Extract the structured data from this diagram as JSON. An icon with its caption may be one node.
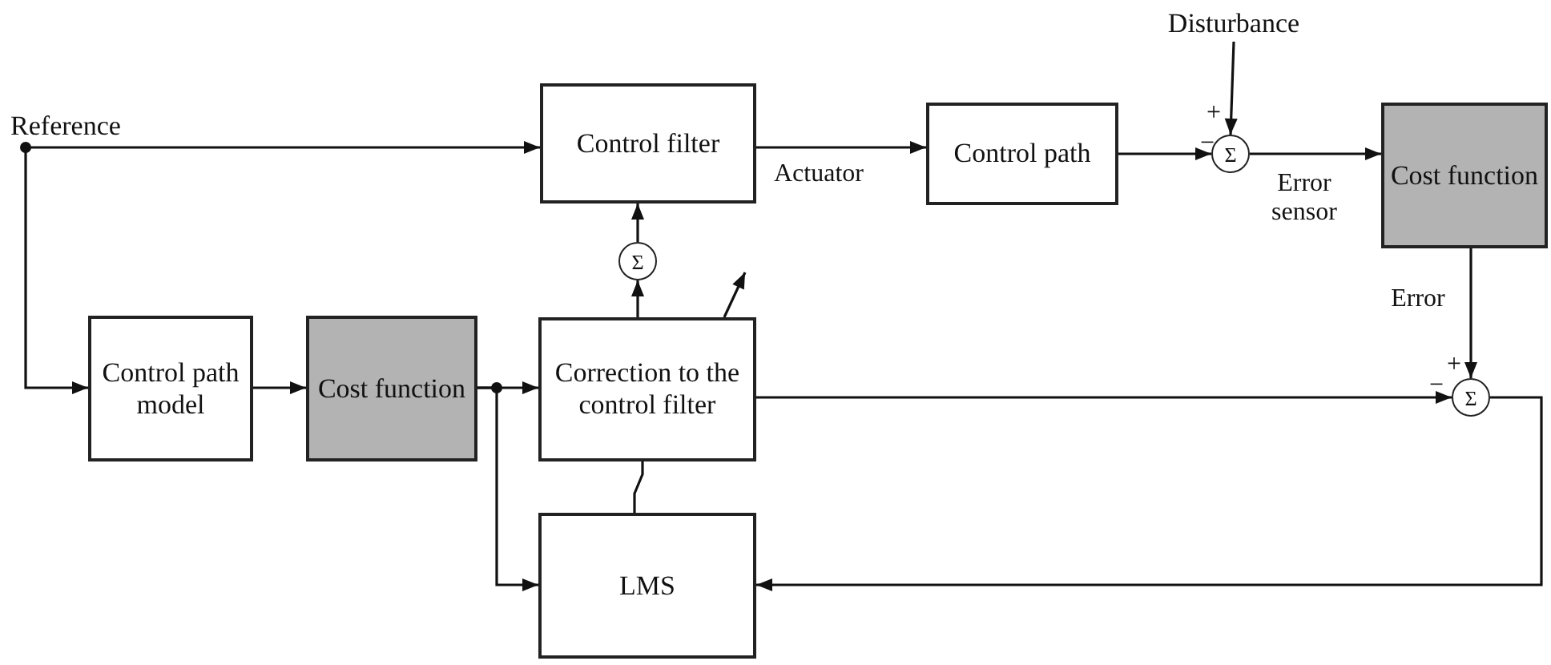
{
  "diagram": {
    "nodes": [
      {
        "text": [
          "Control filter"
        ]
      },
      {
        "text": [
          "Control path"
        ]
      },
      {
        "text": [
          "Σ"
        ]
      },
      {
        "text": [
          "Cost function"
        ]
      },
      {
        "text": [
          "Disturbance"
        ]
      },
      {
        "text": [
          "Control path model"
        ]
      },
      {
        "text": [
          "Cost function"
        ]
      },
      {
        "text": [
          "Correction to the control filter"
        ]
      },
      {
        "text": [
          "Σ"
        ]
      },
      {
        "text": [
          "Σ"
        ]
      },
      {
        "text": [
          "LMS"
        ]
      },
      {
        "text": [
          "Reference"
        ]
      }
    ],
    "edges": [
      {
        "from": 11,
        "to": 0,
        "arrow": "to"
      },
      {
        "from": 11,
        "to": 5,
        "arrow": "to"
      },
      {
        "from": 0,
        "to": 1,
        "label": "Actuator",
        "arrow": "to"
      },
      {
        "from": 1,
        "to": 2,
        "arrow": "to"
      },
      {
        "from": 4,
        "to": 2,
        "arrow": "to"
      },
      {
        "from": 2,
        "to": 3,
        "label": "Error sensor",
        "arrow": "to"
      },
      {
        "from": 3,
        "to": 9,
        "label": "Error",
        "arrow": "to"
      },
      {
        "from": 5,
        "to": 6,
        "arrow": "to"
      },
      {
        "from": 6,
        "to": 7,
        "arrow": "to"
      },
      {
        "from": 6,
        "to": 10,
        "arrow": "to"
      },
      {
        "from": 7,
        "to": 8,
        "arrow": "to"
      },
      {
        "from": 8,
        "to": 0,
        "arrow": "to"
      },
      {
        "from": 7,
        "to": 9,
        "arrow": "to"
      },
      {
        "from": 9,
        "to": 10,
        "arrow": "to"
      },
      {
        "from": 10,
        "to": 7,
        "arrow": "none"
      },
      {
        "from": 7,
        "to": null,
        "arrow": "to"
      }
    ],
    "labels": [
      "+",
      "−",
      "+",
      "−"
    ]
  }
}
